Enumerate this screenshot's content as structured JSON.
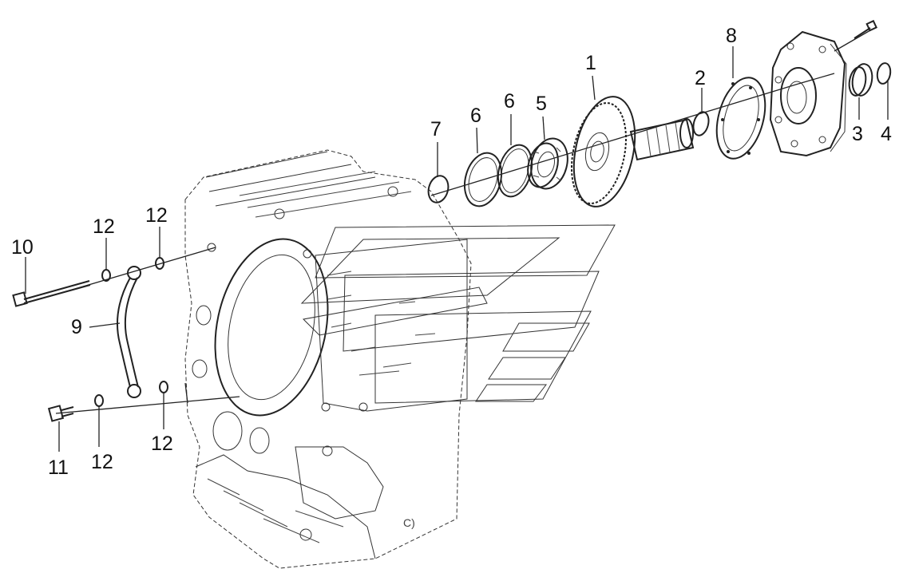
{
  "diagram": {
    "callouts": [
      {
        "id": "c1",
        "text": "1"
      },
      {
        "id": "c2",
        "text": "2"
      },
      {
        "id": "c3",
        "text": "3"
      },
      {
        "id": "c4",
        "text": "4"
      },
      {
        "id": "c5",
        "text": "5"
      },
      {
        "id": "c6a",
        "text": "6"
      },
      {
        "id": "c6b",
        "text": "6"
      },
      {
        "id": "c7",
        "text": "7"
      },
      {
        "id": "c8",
        "text": "8"
      },
      {
        "id": "c9",
        "text": "9"
      },
      {
        "id": "c10",
        "text": "10"
      },
      {
        "id": "c11",
        "text": "11"
      },
      {
        "id": "c12a",
        "text": "12"
      },
      {
        "id": "c12b",
        "text": "12"
      },
      {
        "id": "c12c",
        "text": "12"
      },
      {
        "id": "c12d",
        "text": "12"
      }
    ]
  }
}
